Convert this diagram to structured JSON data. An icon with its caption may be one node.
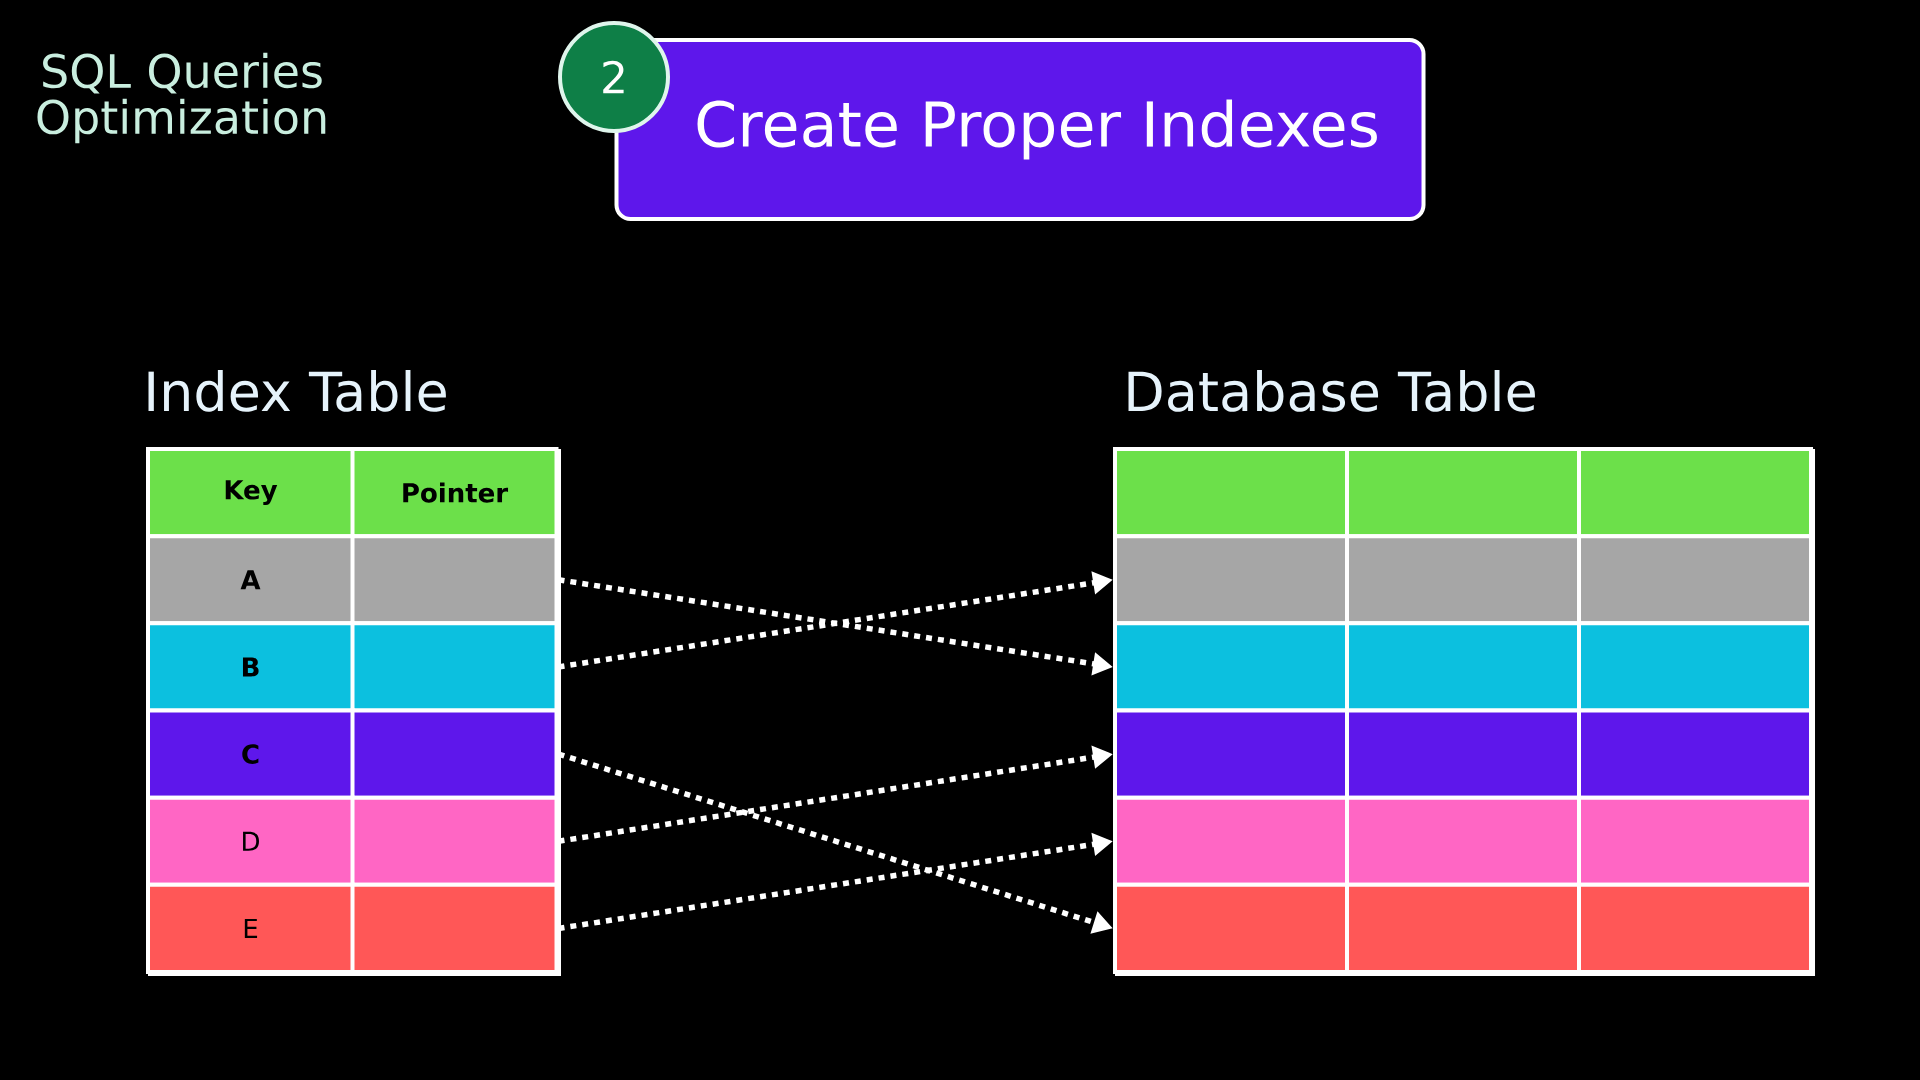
{
  "diagram": {
    "title": "SQL Queries Optimization",
    "nodes": [
      {
        "text": [
          "2"
        ]
      },
      {
        "text": [
          "Create Proper Indexes"
        ]
      },
      {
        "text": [
          "Index Table"
        ]
      },
      {
        "text": [
          "Key"
        ],
        "in": 2
      },
      {
        "text": [
          "Pointer"
        ],
        "in": 2
      },
      {
        "text": [
          "A"
        ],
        "in": 2
      },
      {
        "text": [],
        "shape": "box",
        "in": 2
      },
      {
        "text": [
          "B"
        ],
        "in": 2
      },
      {
        "text": [],
        "shape": "box",
        "in": 2
      },
      {
        "text": [
          "C"
        ],
        "in": 2
      },
      {
        "text": [],
        "shape": "box",
        "in": 2
      },
      {
        "text": [
          "D"
        ],
        "in": 2
      },
      {
        "text": [],
        "shape": "box",
        "in": 2
      },
      {
        "text": [
          "E"
        ],
        "in": 2
      },
      {
        "text": [],
        "shape": "box",
        "in": 2
      },
      {
        "text": [
          "Database Table"
        ]
      },
      {
        "text": [],
        "shape": "box",
        "in": 15
      },
      {
        "text": [],
        "shape": "box",
        "in": 15
      },
      {
        "text": [],
        "shape": "box",
        "in": 15
      },
      {
        "text": [],
        "shape": "box",
        "in": 15
      },
      {
        "text": [],
        "shape": "box",
        "in": 15
      },
      {
        "text": [],
        "shape": "box",
        "in": 15
      }
    ],
    "edges": [
      {
        "from": 6,
        "to": 18,
        "arrow": "to"
      },
      {
        "from": 8,
        "to": 17,
        "arrow": "to"
      },
      {
        "from": 10,
        "to": 21,
        "arrow": "to"
      },
      {
        "from": 12,
        "to": 19,
        "arrow": "to"
      },
      {
        "from": 14,
        "to": 20,
        "arrow": "to"
      }
    ]
  }
}
